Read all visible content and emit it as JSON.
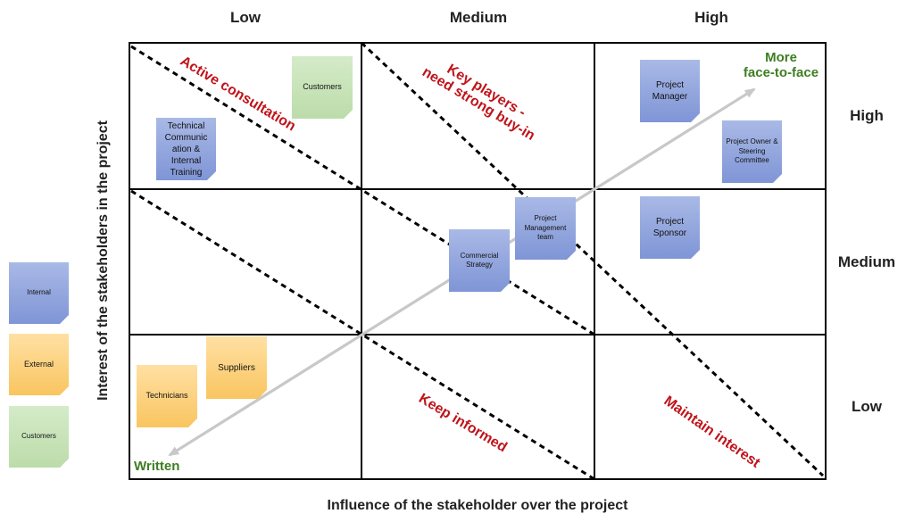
{
  "columns": {
    "low": "Low",
    "medium": "Medium",
    "high": "High"
  },
  "rows": {
    "high": "High",
    "medium": "Medium",
    "low": "Low"
  },
  "x_axis_label": "Influence of the stakeholder over the project",
  "y_axis_label": "Interest of the stakeholders in the project",
  "zones": {
    "active_consultation": "Active consultation",
    "key_players_line1": "Key players -",
    "key_players_line2": "need strong buy-in",
    "keep_informed": "Keep informed",
    "maintain_interest": "Maintain interest"
  },
  "arrow_labels": {
    "more_line1": "More",
    "more_line2": "face-to-face",
    "written": "Written"
  },
  "stakeholders": {
    "customers": "Customers",
    "technical_communication": "Technical Communic ation & Internal Training",
    "project_manager": "Project Manager",
    "project_owner": "Project Owner & Steering Committee",
    "project_management_team": "Project Management team",
    "commercial_strategy": "Commercial Strategy",
    "project_sponsor": "Project Sponsor",
    "suppliers": "Suppliers",
    "technicians": "Technicians"
  },
  "legend": {
    "internal": "Internal",
    "external": "External",
    "customers": "Customers"
  },
  "colors": {
    "grid": "#000000",
    "zone_text": "#c0131a",
    "arrow_text": "#3e7e22",
    "internal": "#8fa3dc",
    "external": "#fbcf72",
    "customers": "#c7e3b8"
  }
}
